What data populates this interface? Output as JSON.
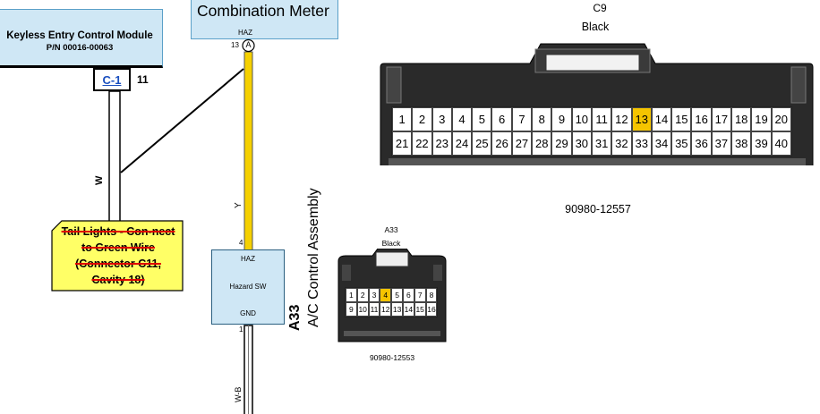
{
  "keyless_module": {
    "title": "Keyless Entry Control Module",
    "part_number": "P/N 00016-00063",
    "connector_label": "C-1",
    "pin": "11",
    "wire_color": "W"
  },
  "combination_meter": {
    "title": "Combination Meter",
    "terminal": "HAZ",
    "pin": "13",
    "connector_letter": "A",
    "wire_color": "Y"
  },
  "note": {
    "text": "Tail Lights - Con-nect to Green Wire (Connector C11, Cavity 18)"
  },
  "hazard_switch": {
    "top_terminal": "HAZ",
    "label": "Hazard SW",
    "bottom_terminal": "GND",
    "top_pin": "4",
    "bottom_pin": "1",
    "wire_color_bottom": "W-B"
  },
  "ac_assembly": {
    "code": "A33",
    "name": "A/C Control Assembly"
  },
  "connector_c9": {
    "name": "C9",
    "color": "Black",
    "part_number": "90980-12557",
    "highlight_pin": 13,
    "row1": [
      "1",
      "2",
      "3",
      "4",
      "5",
      "6",
      "7",
      "8",
      "9",
      "10",
      "11",
      "12",
      "13",
      "14",
      "15",
      "16",
      "17",
      "18",
      "19",
      "20"
    ],
    "row2": [
      "21",
      "22",
      "23",
      "24",
      "25",
      "26",
      "27",
      "28",
      "29",
      "30",
      "31",
      "32",
      "33",
      "34",
      "35",
      "36",
      "37",
      "38",
      "39",
      "40"
    ]
  },
  "connector_a33": {
    "name": "A33",
    "color": "Black",
    "part_number": "90980-12553",
    "highlight_pin": 4,
    "row1": [
      "1",
      "2",
      "3",
      "4",
      "5",
      "6",
      "7",
      "8"
    ],
    "row2": [
      "9",
      "10",
      "11",
      "12",
      "13",
      "14",
      "15",
      "16"
    ]
  },
  "colors": {
    "box_fill": "#cfe7f5",
    "wire_yellow": "#f5d000",
    "highlight": "#f5c400",
    "note_fill": "#ffff66",
    "strike_red": "#e00000",
    "connector_body": "#2a2a2a"
  }
}
